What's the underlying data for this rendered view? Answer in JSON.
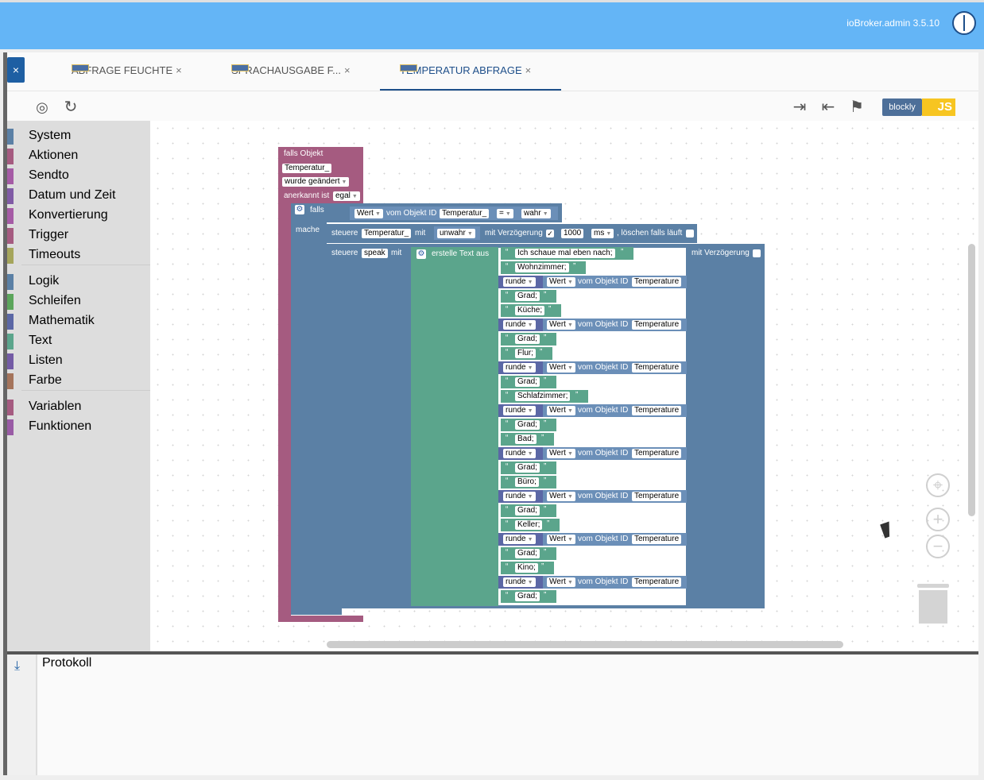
{
  "header": {
    "version": "ioBroker.admin 3.5.10"
  },
  "tabs": [
    {
      "label": "ABFRAGE FEUCHTE",
      "close": "×"
    },
    {
      "label": "SPRACHAUSGABE F...",
      "close": "×"
    },
    {
      "label": "TEMPERATUR ABFRAGE",
      "close": "×"
    }
  ],
  "close_panel": "×",
  "toolbar": {
    "blockly_label": "blockly",
    "js_label": "JS"
  },
  "toolbox": {
    "categories": [
      {
        "label": "System",
        "color": "#5b80a5"
      },
      {
        "label": "Aktionen",
        "color": "#a55b80"
      },
      {
        "label": "Sendto",
        "color": "#a55ba5"
      },
      {
        "label": "Datum und Zeit",
        "color": "#805ba5"
      },
      {
        "label": "Konvertierung",
        "color": "#a55ba5"
      },
      {
        "label": "Trigger",
        "color": "#a55b80"
      },
      {
        "label": "Timeouts",
        "color": "#a5a55b"
      },
      {
        "label": "Logik",
        "color": "#5b80a5"
      },
      {
        "label": "Schleifen",
        "color": "#5ba55b"
      },
      {
        "label": "Mathematik",
        "color": "#5b67a5"
      },
      {
        "label": "Text",
        "color": "#5ba58c"
      },
      {
        "label": "Listen",
        "color": "#745ba5"
      },
      {
        "label": "Farbe",
        "color": "#a5745b"
      },
      {
        "label": "Variablen",
        "color": "#a55b80"
      },
      {
        "label": "Funktionen",
        "color": "#995ba5"
      }
    ]
  },
  "blocks": {
    "trigger": {
      "falls_objekt": "falls Objekt",
      "object": "Temperatur_",
      "change": "wurde geändert",
      "ack_label": "anerkannt ist",
      "ack": "egal"
    },
    "if_block": {
      "falls": "falls",
      "mache": "mache",
      "wert": "Wert",
      "vom": "vom Objekt ID",
      "obj": "Temperatur_",
      "op": "=",
      "val": "wahr"
    },
    "control1": {
      "steuere": "steuere",
      "obj": "Temperatur_",
      "mit": "mit",
      "val": "unwahr",
      "delay": "mit Verzögerung",
      "ms_val": "1000",
      "ms": "ms",
      "clear": ", löschen falls läuft"
    },
    "control2": {
      "steuere": "steuere",
      "obj": "speak",
      "mit": "mit",
      "create": "erstelle Text aus",
      "delay": "mit Verzögerung"
    },
    "text_intro": "Ich schaue mal eben nach;",
    "runde": "runde",
    "wert": "Wert",
    "vom": "vom Objekt ID",
    "temp_obj": "Temperature",
    "grad": "Grad;",
    "rooms": [
      "Wohnzimmer;",
      "Küche;",
      "Flur;",
      "Schlafzimmer;",
      "Bad;",
      "Büro;",
      "Keller;",
      "Kino;"
    ],
    "quote_open": "“",
    "quote_close": "”"
  },
  "protokoll": {
    "title": "Protokoll"
  }
}
